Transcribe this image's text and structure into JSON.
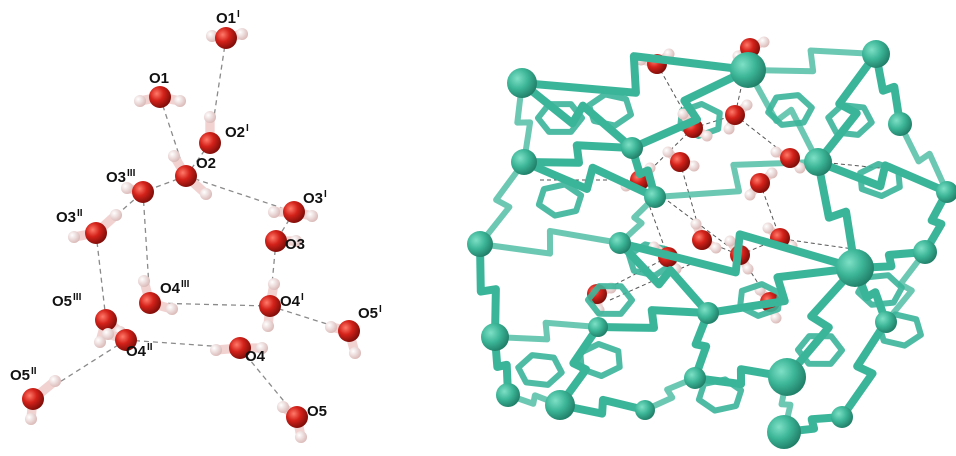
{
  "colors": {
    "oxygen": "#cc1a12",
    "oxygen_highlight": "#ff6a5a",
    "hydrogen": "#f2d2d0",
    "bond_dash": "#8a8a8a",
    "framework": "#3bb59a",
    "framework_node": "#3cb597"
  },
  "water_cluster": {
    "labels": [
      {
        "id": "O1i",
        "base": "O1",
        "sup": "I"
      },
      {
        "id": "O1",
        "base": "O1",
        "sup": ""
      },
      {
        "id": "O2i",
        "base": "O2",
        "sup": "I"
      },
      {
        "id": "O2",
        "base": "O2",
        "sup": ""
      },
      {
        "id": "O3iii",
        "base": "O3",
        "sup": "III"
      },
      {
        "id": "O3ii",
        "base": "O3",
        "sup": "II"
      },
      {
        "id": "O3i",
        "base": "O3",
        "sup": "I"
      },
      {
        "id": "O3",
        "base": "O3",
        "sup": ""
      },
      {
        "id": "O5iii",
        "base": "O5",
        "sup": "III"
      },
      {
        "id": "O4iii",
        "base": "O4",
        "sup": "III"
      },
      {
        "id": "O4i",
        "base": "O4",
        "sup": "I"
      },
      {
        "id": "O5i",
        "base": "O5",
        "sup": "I"
      },
      {
        "id": "O4ii",
        "base": "O4",
        "sup": "II"
      },
      {
        "id": "O4",
        "base": "O4",
        "sup": ""
      },
      {
        "id": "O5ii",
        "base": "O5",
        "sup": "II"
      },
      {
        "id": "O5",
        "base": "O5",
        "sup": ""
      }
    ]
  }
}
